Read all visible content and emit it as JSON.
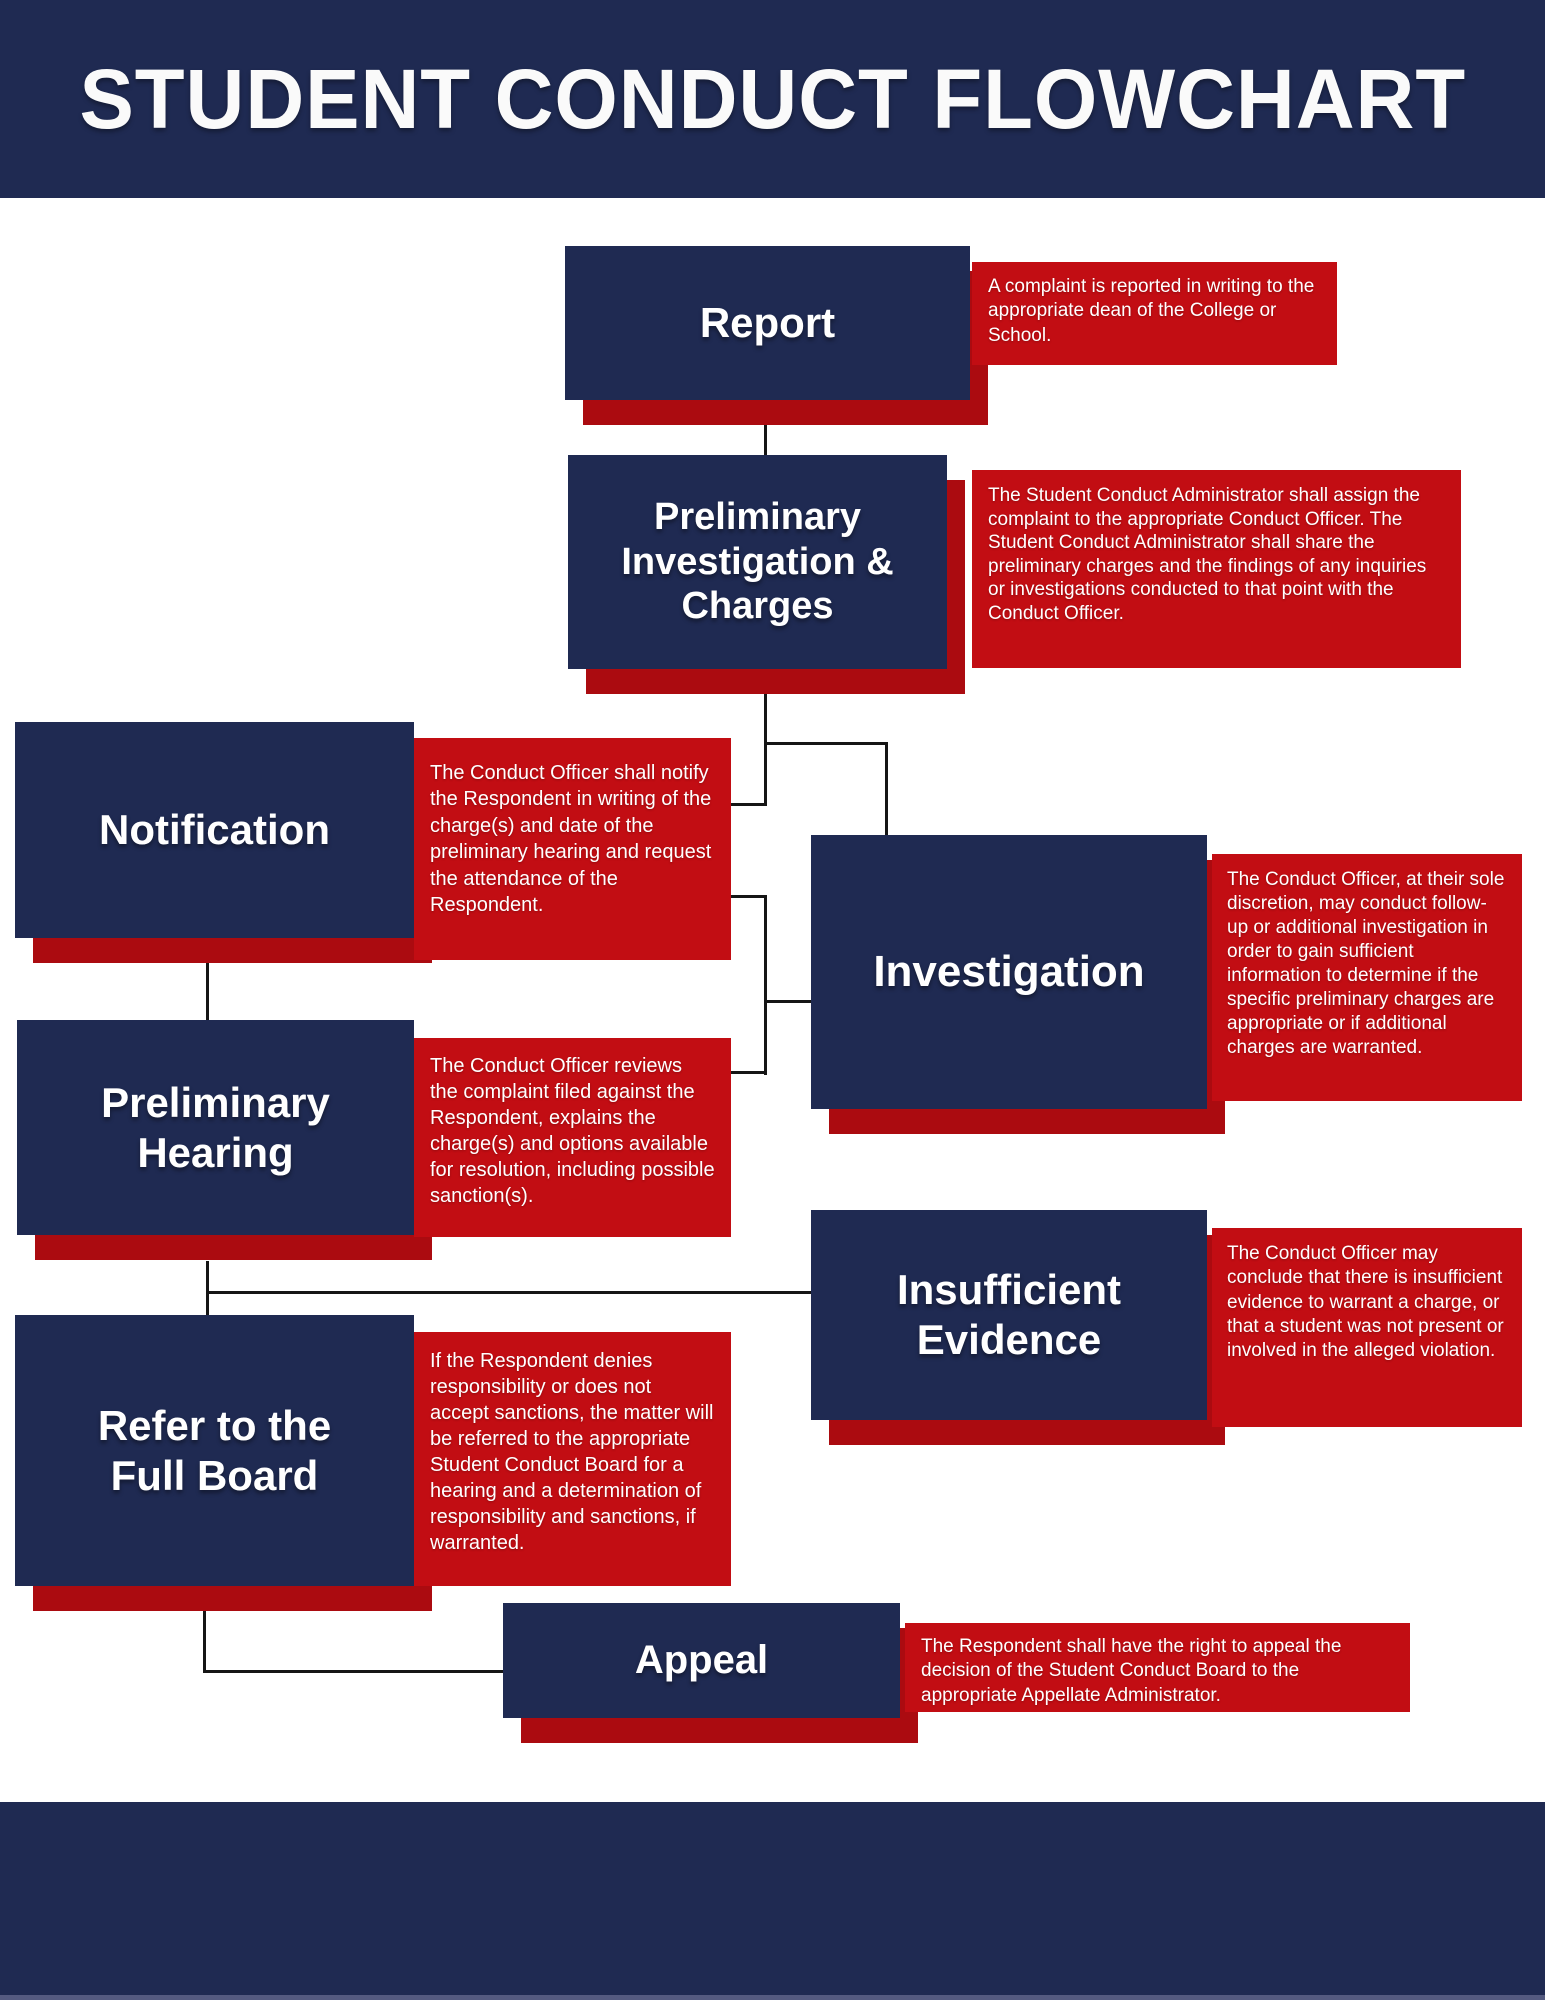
{
  "title": "STUDENT CONDUCT FLOWCHART",
  "colors": {
    "navy": "#1f2a52",
    "description_red": "#c20d13",
    "shadow_red": "#ab0b10",
    "connector_line": "#151515",
    "background": "#ffffff",
    "text": "#ffffff"
  },
  "nodes": [
    {
      "id": "report",
      "label": "Report",
      "desc": "A complaint is reported in writing to the appropriate dean of the College or School."
    },
    {
      "id": "preliminary-investigation-charges",
      "label": "Preliminary Investigation & Charges",
      "desc": "The Student Conduct Administrator shall assign the complaint to the appropriate Conduct Officer. The Student Conduct Administrator shall share the preliminary charges and the findings of any inquiries or investigations conducted to that point with the Conduct Officer."
    },
    {
      "id": "notification",
      "label": "Notification",
      "desc": "The Conduct Officer shall notify the Respondent in writing of the charge(s) and date of the preliminary hearing and request the attendance of the Respondent."
    },
    {
      "id": "investigation",
      "label": "Investigation",
      "desc": "The Conduct Officer, at their sole discretion, may conduct follow-up or additional investigation in order to gain sufficient information to determine if the specific preliminary charges are appropriate or if additional charges are warranted."
    },
    {
      "id": "preliminary-hearing",
      "label": "Preliminary Hearing",
      "desc": "The Conduct Officer reviews the complaint filed against the Respondent, explains the charge(s) and options available for resolution, including possible sanction(s)."
    },
    {
      "id": "insufficient-evidence",
      "label": "Insufficient Evidence",
      "desc": "The Conduct Officer may conclude that there is insufficient evidence to warrant a charge, or that a student was not present or involved in the alleged violation."
    },
    {
      "id": "refer-to-full-board",
      "label": "Refer to the Full Board",
      "desc": "If the Respondent denies responsibility or does not accept sanctions, the matter will be referred to the appropriate Student Conduct Board for a hearing and a determination of responsibility and sanctions, if warranted."
    },
    {
      "id": "appeal",
      "label": "Appeal",
      "desc": "The Respondent shall have the right to appeal the decision of the Student Conduct Board to the appropriate Appellate Administrator."
    }
  ]
}
